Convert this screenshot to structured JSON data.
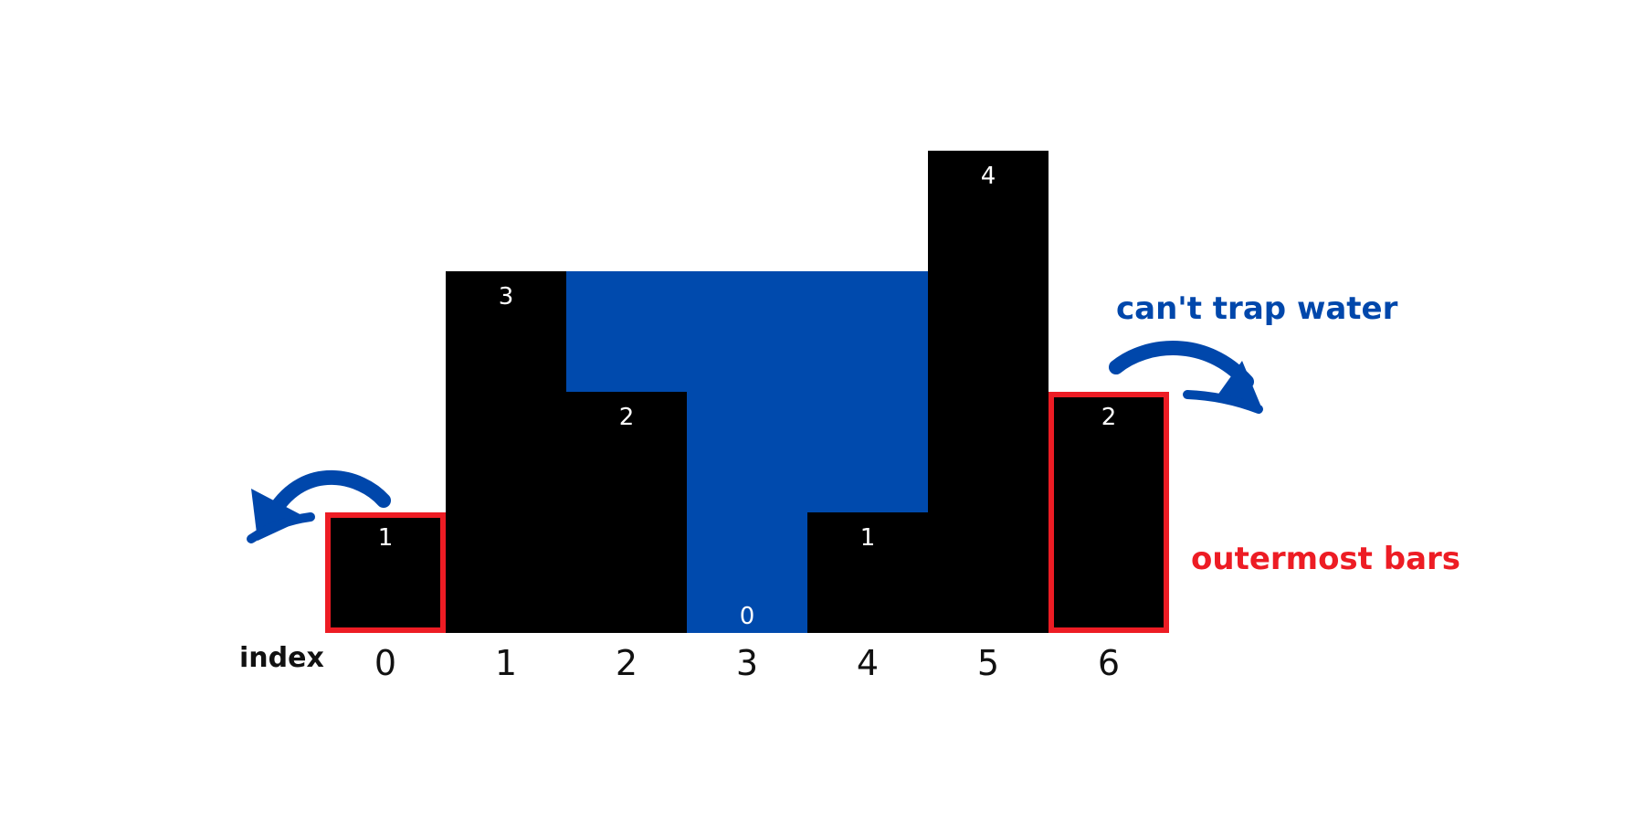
{
  "chart_data": {
    "type": "bar",
    "categories": [
      "0",
      "1",
      "2",
      "3",
      "4",
      "5",
      "6"
    ],
    "values": [
      1,
      3,
      2,
      0,
      1,
      4,
      2
    ],
    "water_level": [
      0,
      0,
      3,
      3,
      3,
      0,
      0
    ],
    "highlighted_indices": [
      0,
      6
    ],
    "xlabel": "index",
    "ylim": [
      0,
      4
    ],
    "grid": false
  },
  "annotations": {
    "cant_trap_water": "can't trap water",
    "outermost_bars": "outermost bars"
  },
  "colors": {
    "bar": "#000000",
    "water": "#004aad",
    "highlight_border": "#ed1c24",
    "arrow": "#0047ab",
    "bar_text": "#ffffff"
  },
  "icons": [
    "curved-arrow-left-icon",
    "curved-arrow-right-icon"
  ]
}
